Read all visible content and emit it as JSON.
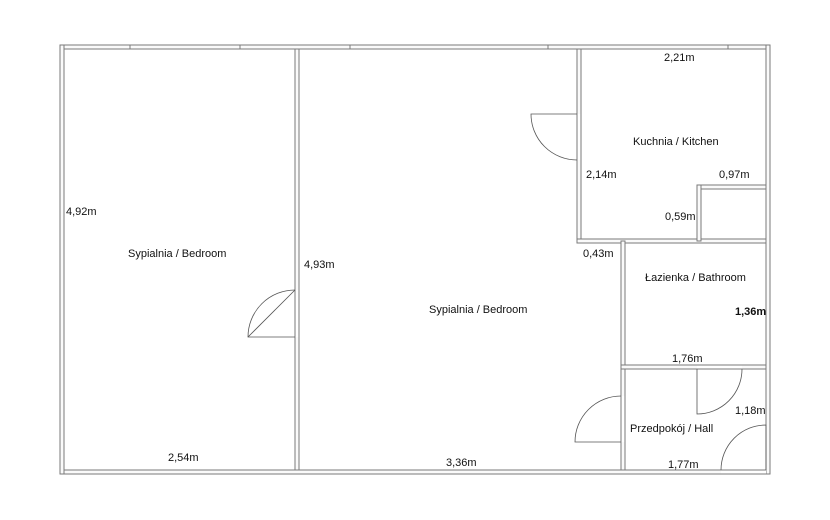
{
  "rooms": {
    "bedroom_left": {
      "label": "Sypialnia / Bedroom",
      "width": "2,54m",
      "height": "4,92m"
    },
    "bedroom_center": {
      "label": "Sypialnia / Bedroom",
      "width": "3,36m",
      "height": "4,93m"
    },
    "kitchen": {
      "label": "Kuchnia / Kitchen",
      "width": "2,21m",
      "height": "2,14m",
      "niche_width": "0,97m",
      "niche_depth": "0,59m"
    },
    "bathroom": {
      "label": "Łazienka / Bathroom",
      "width": "1,76m",
      "height": "1,36m",
      "offset": "0,43m"
    },
    "hall": {
      "label": "Przedpokój / Hall",
      "width": "1,77m",
      "height": "1,18m"
    }
  }
}
